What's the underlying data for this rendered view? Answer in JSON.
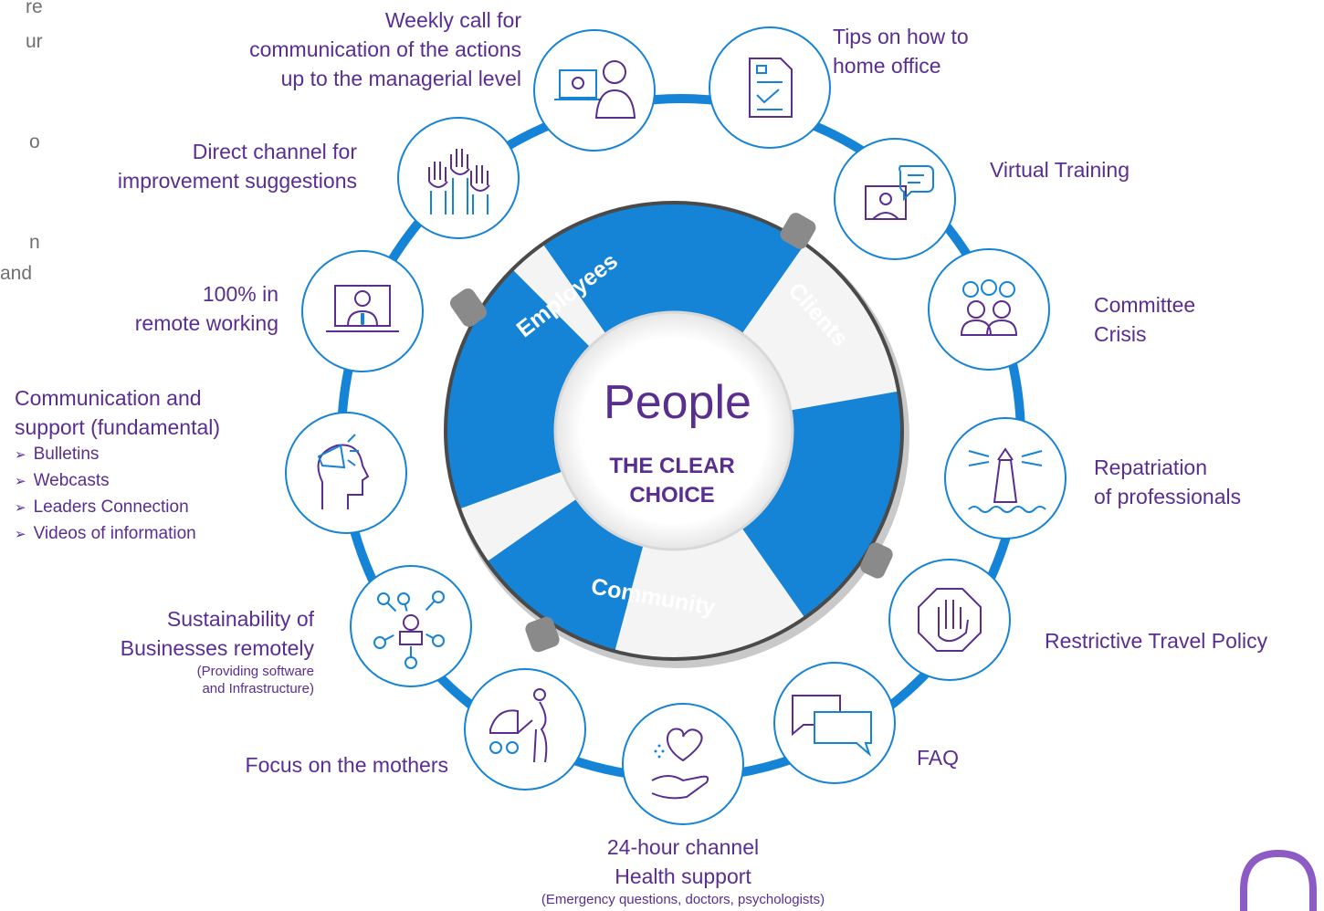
{
  "center": {
    "title": "People",
    "subtitle_line1": "THE CLEAR",
    "subtitle_line2": "CHOICE"
  },
  "ring_segments": [
    "Employees",
    "Clients",
    "Community"
  ],
  "labels": {
    "weekly_call": [
      "Weekly call for",
      "communication of the actions",
      "up to the managerial level"
    ],
    "tips_home_office": [
      "Tips on how to",
      "home office"
    ],
    "direct_channel": [
      "Direct channel for",
      "improvement suggestions"
    ],
    "virtual_training": [
      "Virtual Training"
    ],
    "remote_working": [
      "100% in",
      "remote working"
    ],
    "committee_crisis": [
      "Committee",
      "Crisis"
    ],
    "communication_support": {
      "lines": [
        "Communication and",
        "support (fundamental)"
      ],
      "bullets": [
        "Bulletins",
        "Webcasts",
        "Leaders Connection",
        "Videos of information"
      ]
    },
    "repatriation": [
      "Repatriation",
      "of professionals"
    ],
    "sustainability": {
      "lines": [
        "Sustainability of",
        "Businesses remotely"
      ],
      "sub": [
        "(Providing software",
        "and Infrastructure)"
      ]
    },
    "travel_policy": [
      "Restrictive Travel Policy"
    ],
    "mothers": [
      "Focus on the mothers"
    ],
    "faq": [
      "FAQ"
    ],
    "health_channel": {
      "lines": [
        "24-hour channel",
        "Health support"
      ],
      "sub": [
        "(Emergency questions, doctors, psychologists)"
      ]
    }
  },
  "left_edge_fragments": [
    "re",
    "ur",
    "o",
    "n",
    "and"
  ],
  "icons": [
    "video-call-icon",
    "checklist-document-icon",
    "virtual-training-icon",
    "committee-group-icon",
    "lighthouse-icon",
    "stop-hand-icon",
    "chat-bubbles-icon",
    "heart-hand-icon",
    "mother-stroller-icon",
    "network-people-icon",
    "megaphone-head-icon",
    "remote-worker-icon",
    "raised-hands-icon"
  ],
  "colors": {
    "accent_blue": "#1583d6",
    "text_purple": "#5a2d91",
    "ring_border": "#1583d6",
    "buoy_rim": "#4a4a4a"
  }
}
